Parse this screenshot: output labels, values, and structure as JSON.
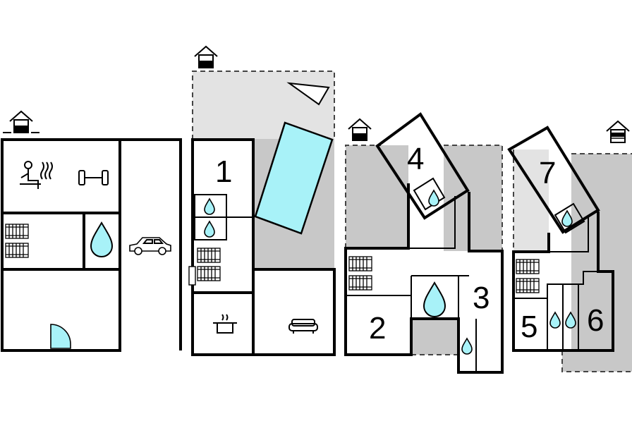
{
  "colors": {
    "wall": "#000000",
    "terrace": "#c8c8c8",
    "terrace_light": "#e3e3e3",
    "water": "#a8f2f8",
    "background": "#ffffff"
  },
  "buildings": [
    {
      "id": "annex",
      "rooms": [],
      "icons": [
        "sauna-icon",
        "dumbbell-icon",
        "radiator-icon",
        "water-drop-icon",
        "car-icon",
        "door-icon"
      ],
      "entrance_icon": "house-entrance-icon"
    },
    {
      "id": "main-house",
      "rooms": [
        "1"
      ],
      "icons": [
        "pool-icon",
        "sun-lounger-icon",
        "water-drop-icon",
        "radiator-icon",
        "cooking-pot-icon",
        "sofa-icon"
      ],
      "entrance_icon": "house-entrance-icon"
    },
    {
      "id": "house-b",
      "rooms": [
        "4",
        "2",
        "3"
      ],
      "icons": [
        "water-drop-icon",
        "radiator-icon"
      ],
      "entrance_icon": "house-entrance-icon"
    },
    {
      "id": "house-c",
      "rooms": [
        "7",
        "5",
        "6"
      ],
      "icons": [
        "water-drop-icon",
        "radiator-icon"
      ],
      "entrance_icon": "house-entrance-icon"
    }
  ],
  "room_labels": {
    "r1": "1",
    "r2": "2",
    "r3": "3",
    "r4": "4",
    "r5": "5",
    "r6": "6",
    "r7": "7"
  }
}
